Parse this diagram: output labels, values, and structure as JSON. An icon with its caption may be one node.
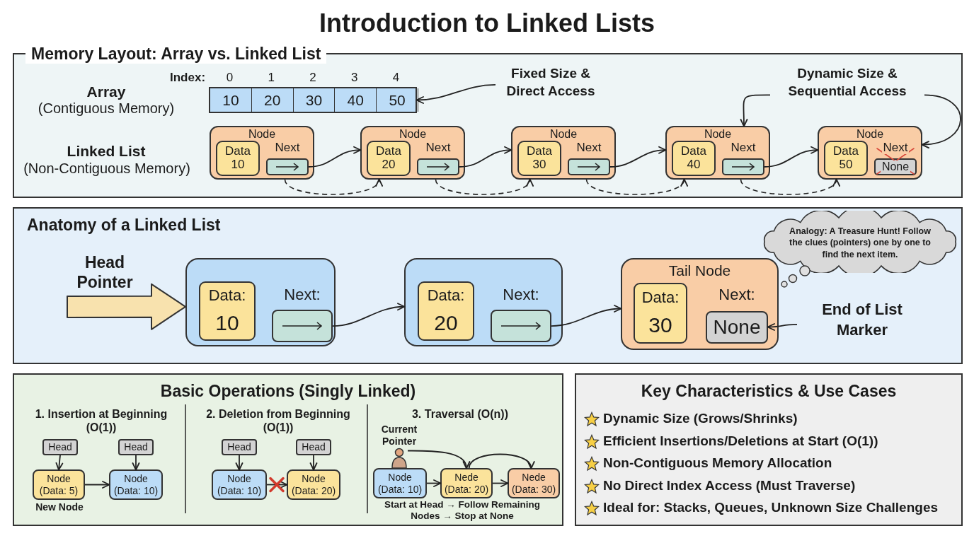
{
  "diagram": {
    "title": "Introduction to Linked Lists",
    "nodes": [
      {
        "text": [
          "Memory Layout: Array vs. Linked List"
        ]
      },
      {
        "text": [],
        "shape": "box",
        "in": 0
      },
      {
        "text": [
          "10"
        ],
        "in": 1
      },
      {
        "text": [
          "20"
        ],
        "in": 1
      },
      {
        "text": [
          "30"
        ],
        "in": 1
      },
      {
        "text": [
          "40"
        ],
        "in": 1
      },
      {
        "text": [
          "50"
        ],
        "in": 1
      },
      {
        "text": [
          "Fixed Size & Direct Access"
        ],
        "in": 0
      },
      {
        "text": [
          "Dynamic Size & Sequential Access"
        ],
        "in": 0
      },
      {
        "text": [
          "Node"
        ],
        "in": 0
      },
      {
        "text": [
          "Data",
          "10"
        ],
        "in": 9
      },
      {
        "text": [
          "Next"
        ],
        "in": 9
      },
      {
        "text": [
          "Node"
        ],
        "in": 0
      },
      {
        "text": [
          "Data",
          "20"
        ],
        "in": 12
      },
      {
        "text": [
          "Next"
        ],
        "in": 12
      },
      {
        "text": [
          "Node"
        ],
        "in": 0
      },
      {
        "text": [
          "Data",
          "30"
        ],
        "in": 15
      },
      {
        "text": [
          "Next"
        ],
        "in": 15
      },
      {
        "text": [
          "Node"
        ],
        "in": 0
      },
      {
        "text": [
          "Data",
          "40"
        ],
        "in": 18
      },
      {
        "text": [
          "Next"
        ],
        "in": 18
      },
      {
        "text": [
          "Node"
        ],
        "in": 0
      },
      {
        "text": [
          "Data",
          "50"
        ],
        "in": 21
      },
      {
        "text": [
          "Next",
          "None"
        ],
        "in": 21
      },
      {
        "text": [
          "Anatomy of a Linked List"
        ]
      },
      {
        "text": [],
        "shape": "box",
        "in": 24
      },
      {
        "text": [
          "Data:",
          "10"
        ],
        "in": 25
      },
      {
        "text": [
          "Next:"
        ],
        "in": 25
      },
      {
        "text": [],
        "shape": "box",
        "in": 24
      },
      {
        "text": [
          "Data:",
          "20"
        ],
        "in": 28
      },
      {
        "text": [
          "Next:"
        ],
        "in": 28
      },
      {
        "text": [
          "Tail Node"
        ],
        "in": 24
      },
      {
        "text": [
          "Data:",
          "30"
        ],
        "in": 31
      },
      {
        "text": [
          "Next:",
          "None"
        ],
        "in": 31
      },
      {
        "text": [
          "End of List Marker"
        ],
        "in": 24
      },
      {
        "text": [
          "Analogy: A Treasure Hunt! Follow the clues (pointers) one by one to find the next item."
        ],
        "in": 24
      },
      {
        "text": [
          "Basic Operations (Singly Linked)"
        ]
      },
      {
        "text": [
          "Head"
        ],
        "in": 36
      },
      {
        "text": [
          "Head"
        ],
        "in": 36
      },
      {
        "text": [
          "Node",
          "(Data: 5)"
        ],
        "in": 36,
        "beside": [
          "New Node"
        ]
      },
      {
        "text": [
          "Node",
          "(Data: 10)"
        ],
        "in": 36
      },
      {
        "text": [
          "Head"
        ],
        "in": 36
      },
      {
        "text": [
          "Head"
        ],
        "in": 36
      },
      {
        "text": [
          "Node",
          "(Data: 10)"
        ],
        "in": 36
      },
      {
        "text": [
          "Node",
          "(Data: 20)"
        ],
        "in": 36
      },
      {
        "text": [],
        "shape": "person",
        "in": 36,
        "beside": [
          "Current Pointer"
        ]
      },
      {
        "text": [
          "Node",
          "(Data: 10)"
        ],
        "in": 36
      },
      {
        "text": [
          "Nede",
          "(Data: 20)"
        ],
        "in": 36
      },
      {
        "text": [
          "Nede",
          "(Data: 30)"
        ],
        "in": 36
      },
      {
        "text": [
          "Key Characteristics & Use Cases"
        ]
      }
    ],
    "edges": [
      {
        "from": 7,
        "to": 1,
        "arrow": "to"
      },
      {
        "from": 8,
        "to": 18,
        "arrow": "to"
      },
      {
        "from": 8,
        "to": 21,
        "arrow": "to"
      },
      {
        "from": 11,
        "to": 12,
        "arrow": "to"
      },
      {
        "from": 14,
        "to": 15,
        "arrow": "to"
      },
      {
        "from": 17,
        "to": 18,
        "arrow": "to"
      },
      {
        "from": 20,
        "to": 21,
        "arrow": "to"
      },
      {
        "from": 9,
        "to": 12,
        "arrow": "to",
        "style": "dashed"
      },
      {
        "from": 12,
        "to": 15,
        "arrow": "to",
        "style": "dashed"
      },
      {
        "from": 15,
        "to": 18,
        "arrow": "to",
        "style": "dashed"
      },
      {
        "from": 18,
        "to": 21,
        "arrow": "to",
        "style": "dashed"
      },
      {
        "from": null,
        "to": 25,
        "arrow": "to",
        "style": "thick",
        "label": "Head Pointer"
      },
      {
        "from": 27,
        "to": 28,
        "arrow": "to"
      },
      {
        "from": 30,
        "to": 31,
        "arrow": "to"
      },
      {
        "from": 34,
        "to": 33,
        "arrow": "to"
      },
      {
        "from": 37,
        "to": 39,
        "arrow": "to"
      },
      {
        "from": 38,
        "to": 40,
        "arrow": "to"
      },
      {
        "from": 39,
        "to": 40,
        "arrow": "to"
      },
      {
        "from": 41,
        "to": 43,
        "arrow": "to"
      },
      {
        "from": 42,
        "to": 44,
        "arrow": "to"
      },
      {
        "from": 43,
        "to": 44,
        "arrow": "to"
      },
      {
        "from": 45,
        "to": 47,
        "arrow": "to"
      },
      {
        "from": 47,
        "to": 48,
        "arrow": "to"
      },
      {
        "from": 46,
        "to": 47,
        "arrow": "to"
      },
      {
        "from": 47,
        "to": 48,
        "arrow": "to"
      }
    ],
    "labels": [
      "Index:",
      "0",
      "1",
      "2",
      "3",
      "4",
      "Array",
      "(Contiguous Memory)",
      "Linked List",
      "(Non-Contiguous Memory)",
      "1. Insertion at Beginning (O(1))",
      "2. Deletion from Beginning (O(1))",
      "3. Traversal (O(n))",
      "Start at Head → Follow Remaining Nodes → Stop at None",
      "Dynamic Size (Grows/Shrinks)",
      "Efficient Insertions/Deletions at Start (O(1))",
      "Non-Contiguous Memory Allocation",
      "No Direct Index Access (Must Traverse)",
      "Ideal for: Stacks, Queues, Unknown Size Challenges"
    ]
  }
}
